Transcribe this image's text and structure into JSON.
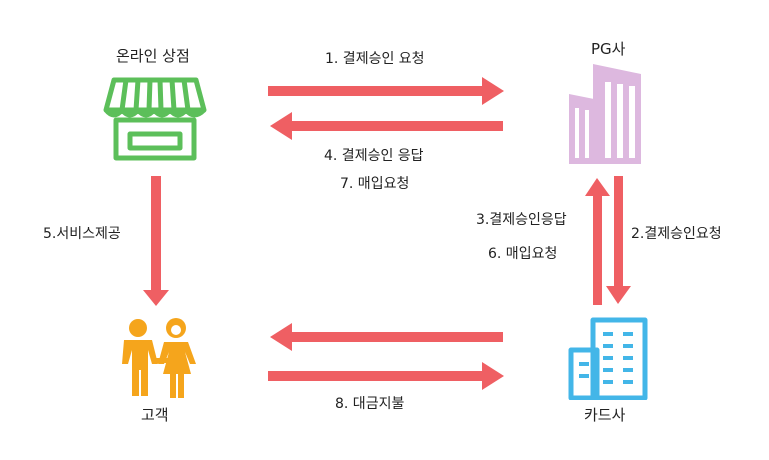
{
  "nodes": {
    "shop": {
      "label": "온라인 상점"
    },
    "pg": {
      "label": "PG사"
    },
    "customer": {
      "label": "고객"
    },
    "card": {
      "label": "카드사"
    }
  },
  "edges": {
    "e1": "1. 결제승인 요청",
    "e2": "2.결제승인요청",
    "e3": "3.결제승인응답",
    "e4": "4. 결제승인 응답",
    "e5": "5.서비스제공",
    "e6": "6. 매입요청",
    "e7": "7. 매입요청",
    "e8": "8. 대금지불"
  },
  "colors": {
    "arrow": "#ef5f63",
    "shop": "#5cbf5a",
    "pg": "#ddb8df",
    "customer": "#f5a51c",
    "card": "#43b6e8"
  },
  "icons": {
    "shop": "storefront-icon",
    "pg": "office-building-icon",
    "customer": "couple-people-icon",
    "card": "bank-building-icon"
  }
}
